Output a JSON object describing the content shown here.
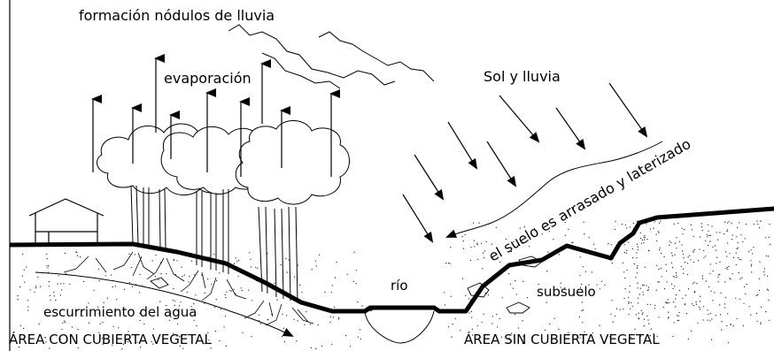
{
  "labels": {
    "rain_nodules": "formación nódulos de lluvia",
    "evaporation": "evaporación",
    "sun_rain": "Sol y lluvia",
    "soil_leached": "el suelo es arrasado y laterizado",
    "river": "río",
    "runoff": "escurrimiento del agua",
    "subsoil": "subsuelo",
    "area_with_cover": "ÁREA CON CUBIERTA VEGETAL",
    "area_without_cover": "ÁREA SIN CUBIERTA VEGETAL"
  },
  "colors": {
    "ink": "#000000",
    "background": "#ffffff"
  }
}
